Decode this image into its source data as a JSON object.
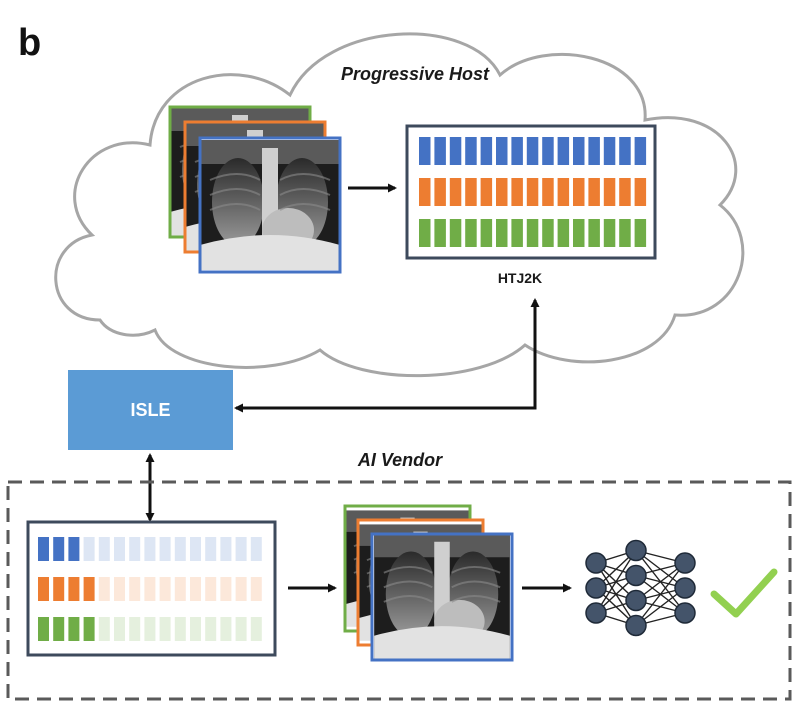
{
  "figure": {
    "panel_label": "b",
    "host_title": "Progressive Host",
    "codec_label": "HTJ2K",
    "service_label": "ISLE",
    "vendor_title": "AI Vendor"
  },
  "colors": {
    "blue": "#4472c4",
    "orange": "#ed7d31",
    "green": "#70ad47",
    "isle_fill": "#5b9bd5",
    "box_border": "#3d4a5c",
    "cloud_stroke": "#a6a6a6",
    "dashed_border": "#5a5a5a",
    "node_fill": "#44546a",
    "check": "#92d050",
    "arrow": "#111111"
  },
  "icons": {
    "image_stack": "chest-xray-stack-icon",
    "network": "neural-network-icon",
    "success": "checkmark-icon"
  },
  "streams": {
    "segments_per_row": 15,
    "full_rows": [
      "blue",
      "orange",
      "green"
    ],
    "partial_loaded_counts": [
      3,
      4,
      4
    ]
  },
  "network": {
    "layers": [
      3,
      4,
      3
    ]
  }
}
